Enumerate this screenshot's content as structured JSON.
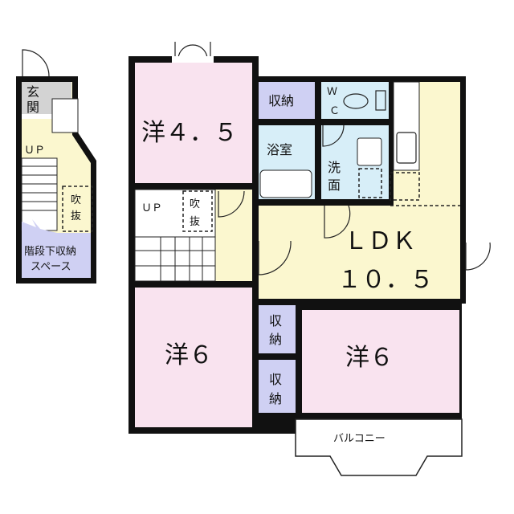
{
  "colors": {
    "western_room": "#f9e3ef",
    "storage": "#cfd0f3",
    "wet_area": "#d7eef8",
    "ldk_hall": "#fbf7cf",
    "entrance": "#d3d3d3",
    "wall": "#111111"
  },
  "first_floor": {
    "entrance": [
      "玄",
      "関"
    ],
    "up": "ＵＰ",
    "void": [
      "吹",
      "抜"
    ],
    "under_stair_storage": [
      "階段下収納",
      "スペース"
    ]
  },
  "second_floor": {
    "room_45": "洋４．５",
    "closet_top": "収納",
    "wc": [
      "Ｗ",
      "Ｃ"
    ],
    "bath": "浴室",
    "washroom": [
      "洗",
      "面"
    ],
    "up": "ＵＰ",
    "void": [
      "吹",
      "抜"
    ],
    "ldk": "ＬＤＫ",
    "ldk_size": "１０．５",
    "room_6_left": "洋６",
    "room_6_right": "洋６",
    "closet_mid": [
      "収",
      "納"
    ],
    "closet_low": [
      "収",
      "納"
    ],
    "balcony": "バルコニー"
  }
}
